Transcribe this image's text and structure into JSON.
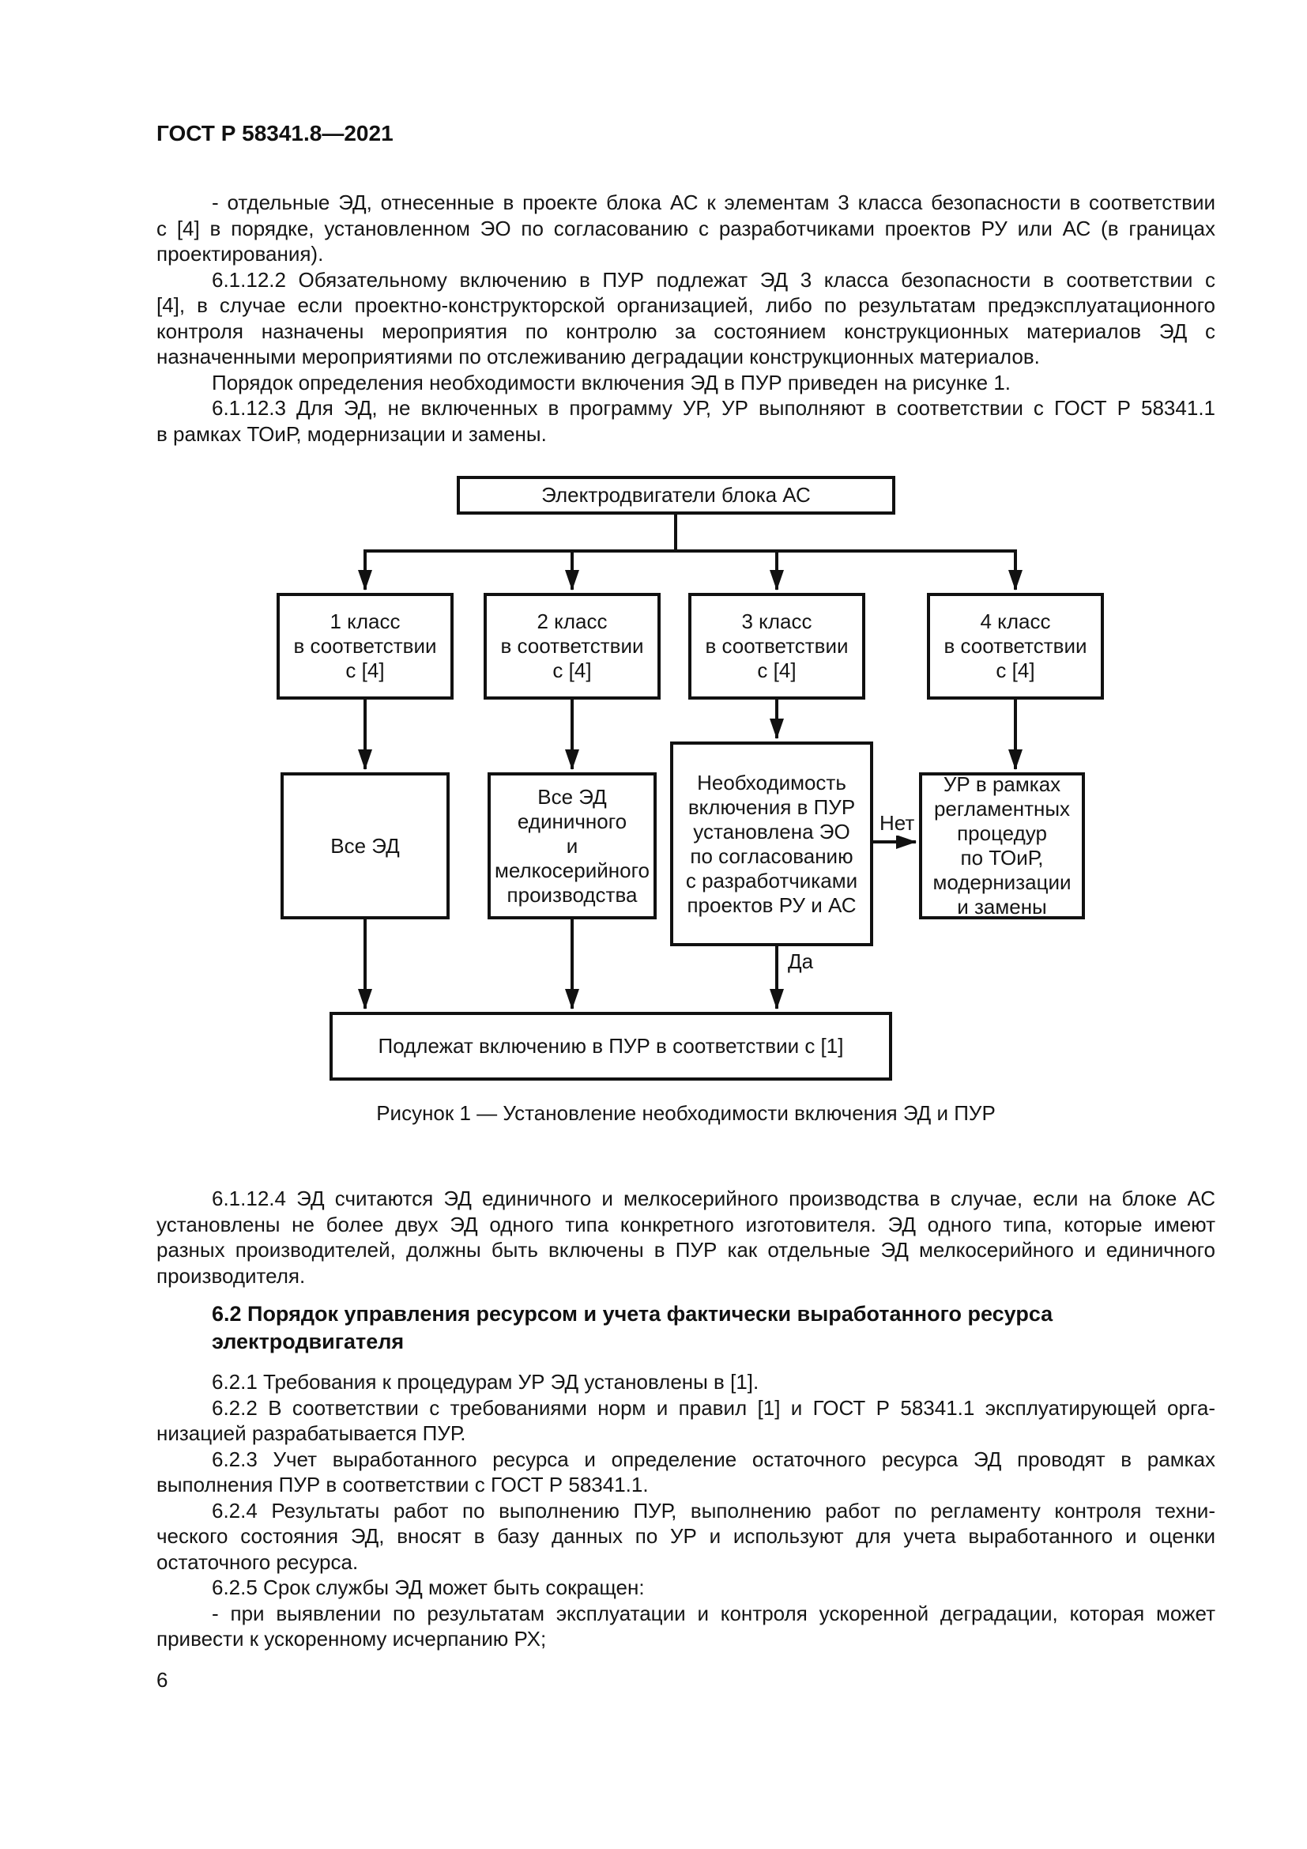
{
  "header": {
    "standard_code": "ГОСТ Р 58341.8—2021",
    "page_number": "6"
  },
  "body1": {
    "lines": [
      "-  отдельные ЭД, отнесенные в проекте блока АС к элементам 3 класса безопасности в соответствии",
      "с [4] в порядке, установленном ЭО по согласованию с разработчиками проектов РУ или АС (в границах",
      "проектирования).",
      "6.1.12.2 Обязательному включению в ПУР подлежат ЭД 3 класса безопасности в соответствии с",
      "[4], в случае если проектно-конструкторской организацией, либо по результатам предэксплуатационного",
      "контроля назначены мероприятия по контролю за состоянием конструкционных материалов ЭД с",
      "назначенными мероприятиями по отслеживанию деградации конструкционных материалов.",
      "Порядок определения необходимости включения ЭД в ПУР приведен на рисунке 1.",
      "6.1.12.3 Для ЭД, не включенных в программу УР, УР выполняют в соответствии с ГОСТ Р 58341.1",
      "в рамках ТОиР, модернизации и замены."
    ]
  },
  "figure": {
    "top_box": "Электродвигатели блока АС",
    "class1_box": "1 класс\nв соответствии\nс [4]",
    "class2_box": "2 класс\nв соответствии\nс [4]",
    "class3_box": "3 класс\nв соответствии\nс [4]",
    "class4_box": "4 класс\nв соответствии\nс [4]",
    "all_motors_box": "Все ЭД",
    "small_batch_box": "Все ЭД\nединичного\nи мелкосерийного\nпроизводства",
    "need_decision_box": "Необходимость\nвключения в ПУР\nустановлена ЭО\nпо согласованию\nс разработчиками\nпроектов РУ и АС",
    "ur_toir_box": "УР в рамках\nрегламентных\nпроцедур\nпо ТОиР,\nмодернизации\nи замены",
    "no_label": "Нет",
    "yes_label": "Да",
    "bottom_box": "Подлежат включению в ПУР в соответствии с [1]",
    "caption": "Рисунок 1 — Установление необходимости включения ЭД и ПУР"
  },
  "body2": {
    "lines": [
      "6.1.12.4 ЭД считаются ЭД единичного и мелкосерийного производства в случае, если на блоке АС",
      "установлены не более двух ЭД одного типа конкретного изготовителя. ЭД одного типа, которые имеют",
      "разных производителей, должны быть включены в ПУР как отдельные ЭД мелкосерийного и единичного",
      "производителя."
    ]
  },
  "heading": {
    "lines": [
      "6.2 Порядок управления ресурсом и учета фактически выработанного ресурса",
      "электродвигателя"
    ]
  },
  "body3": {
    "lines": [
      "6.2.1 Требования к процедурам УР ЭД установлены в [1].",
      "6.2.2 В соответствии с требованиями норм и правил [1] и ГОСТ Р 58341.1 эксплуатирующей орга-",
      "низацией разрабатывается ПУР.",
      "6.2.3 Учет выработанного ресурса и определение остаточного ресурса ЭД проводят в рамках",
      "выполнения ПУР в соответствии с ГОСТ Р 58341.1.",
      "6.2.4 Результаты работ по выполнению ПУР, выполнению работ по регламенту контроля техни-",
      "ческого состояния ЭД, вносят в базу данных по УР и используют для учета выработанного и оценки",
      "остаточного ресурса.",
      "6.2.5 Срок службы ЭД может быть сокращен:",
      "- при выявлении по результатам эксплуатации и контроля ускоренной деградации, которая может",
      "привести к ускоренному исчерпанию РХ;"
    ]
  }
}
